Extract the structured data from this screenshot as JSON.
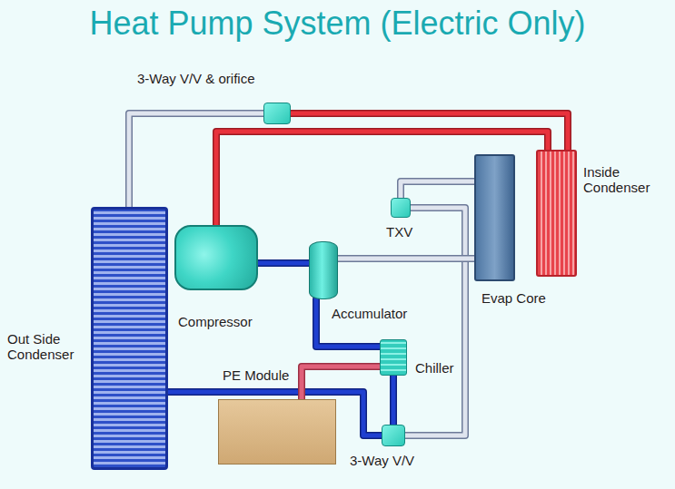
{
  "diagram": {
    "title": "Heat Pump System (Electric Only)",
    "nodes": [
      {
        "text": [
          "3-Way V/V & orifice"
        ]
      },
      {
        "text": [
          "Inside Condenser"
        ]
      },
      {
        "text": [
          "TXV"
        ]
      },
      {
        "text": [
          "Compressor"
        ]
      },
      {
        "text": [
          "Accumulator"
        ]
      },
      {
        "text": [
          "Evap Core"
        ]
      },
      {
        "text": [
          "Out Side Condenser"
        ]
      },
      {
        "text": [
          "PE Module"
        ]
      },
      {
        "text": [
          "Chiller"
        ]
      },
      {
        "text": [
          "3-Way V/V"
        ]
      }
    ],
    "edges": [
      {
        "from": 3,
        "to": 1,
        "arrow": "none"
      },
      {
        "from": 1,
        "to": 0,
        "arrow": "none"
      },
      {
        "from": 0,
        "to": 6,
        "arrow": "none"
      },
      {
        "from": 6,
        "to": 9,
        "arrow": "none"
      },
      {
        "from": 9,
        "to": 8,
        "arrow": "none"
      },
      {
        "from": 9,
        "to": 2,
        "arrow": "none"
      },
      {
        "from": 2,
        "to": 5,
        "arrow": "none"
      },
      {
        "from": 5,
        "to": 4,
        "arrow": "none"
      },
      {
        "from": 8,
        "to": 4,
        "arrow": "none"
      },
      {
        "from": 4,
        "to": 3,
        "arrow": "none"
      },
      {
        "from": 7,
        "to": 8,
        "arrow": "none"
      }
    ]
  }
}
